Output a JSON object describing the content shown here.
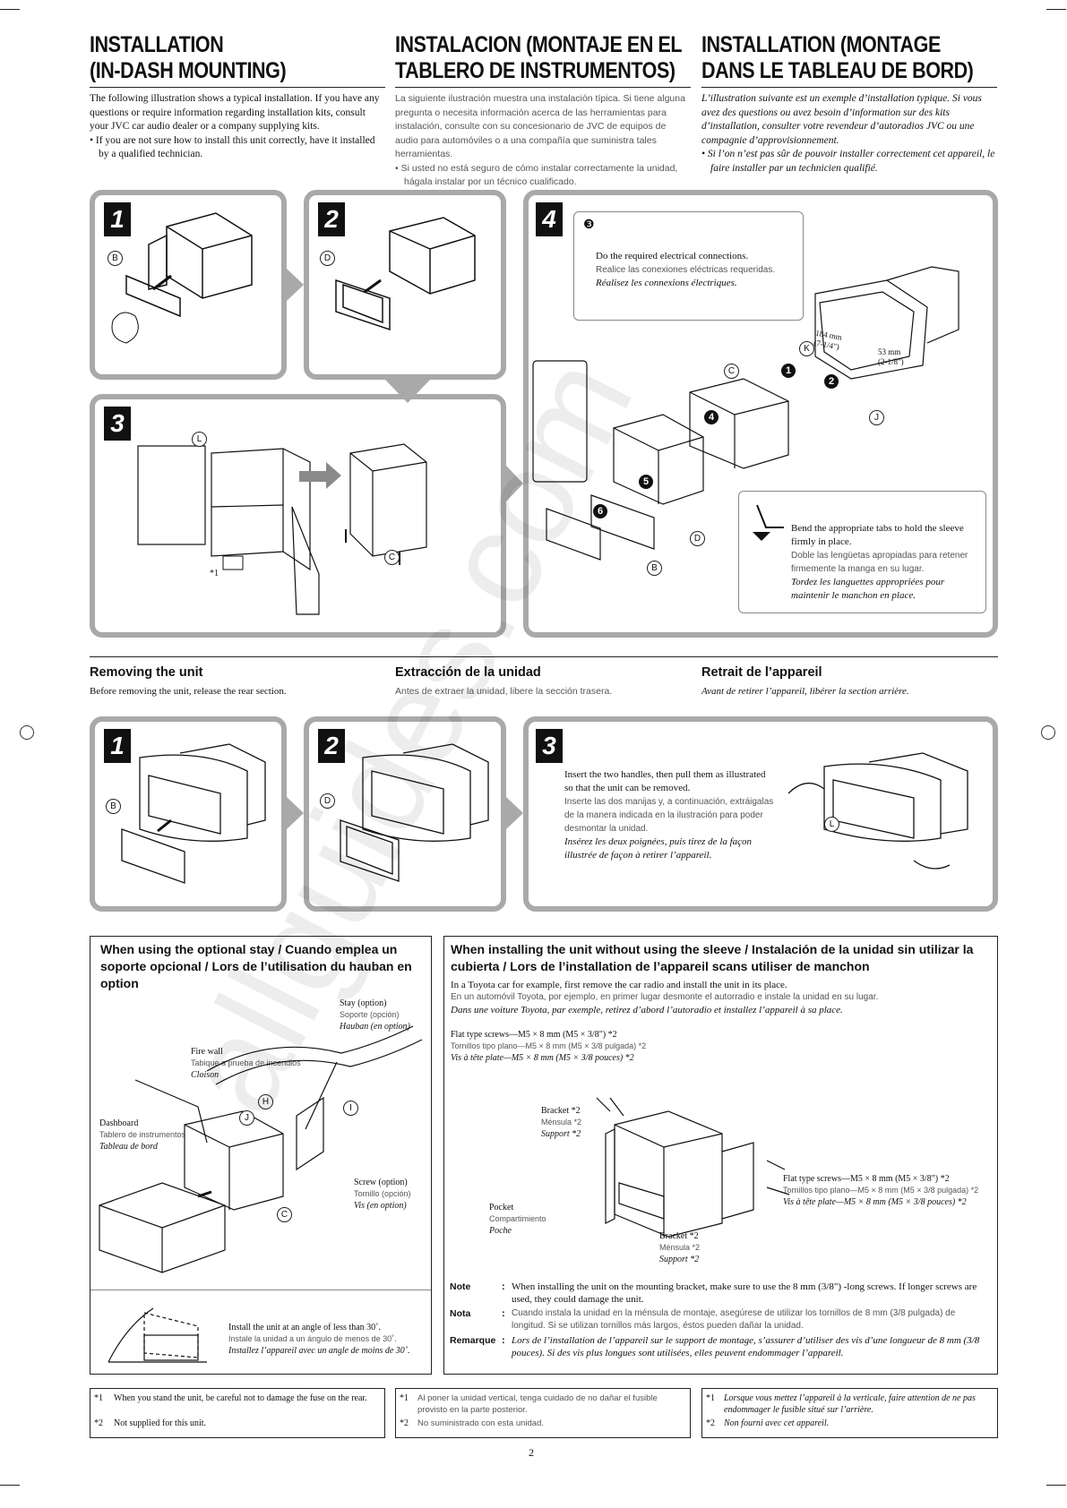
{
  "header": {
    "en_line1": "INSTALLATION",
    "en_line2": "(IN-DASH MOUNTING)",
    "es_line1": "INSTALACION (MONTAJE EN EL",
    "es_line2": "TABLERO DE INSTRUMENTOS)",
    "fr_line1": "INSTALLATION (MONTAGE",
    "fr_line2": "DANS LE TABLEAU DE BORD)"
  },
  "intro": {
    "en_p": "The following illustration shows a typical installation. If you have any questions or require information regarding installation kits, consult your JVC car audio dealer or a company supplying kits.",
    "en_b": "•  If you are not sure how to install this unit correctly, have it installed by a qualified technician.",
    "es_p": "La siguiente ilustración muestra una instalación típica. Si tiene alguna pregunta o necesita información acerca de las herramientas para instalación, consulte con su concesionario de JVC de equipos de audio para automóviles o a una compañía que suministra tales herramientas.",
    "es_b": "•  Si usted no está seguro de cómo instalar correctamente la unidad, hágala instalar por un técnico cualificado.",
    "fr_p": "L’illustration suivante est un exemple d’installation typique. Si vous avez des questions ou avez besoin d’information sur des kits d’installation, consulter votre revendeur d’autoradios JVC ou une compagnie d’approvisionnement.",
    "fr_b": "•  Si l’on n’est pas sûr de pouvoir installer correctement cet appareil, le faire installer par un technicien qualifié."
  },
  "install": {
    "steps": [
      "1",
      "2",
      "3",
      "4"
    ],
    "labels": {
      "B": "B",
      "D": "D",
      "L": "L",
      "C": "C",
      "K": "K",
      "J": "J",
      "star1": "*1"
    },
    "nums": [
      "❸",
      "1",
      "2",
      "4",
      "5",
      "6"
    ],
    "dim1": "184 mm (7-1/4\")",
    "dim2": "53 mm (2-1/8\")",
    "callout1": {
      "en": "Do the required electrical connections.",
      "es": "Realice las conexiones eléctricas requeridas.",
      "fr": "Réalisez les connexions électriques."
    },
    "callout2": {
      "en": "Bend the appropriate tabs to hold the sleeve firmly in place.",
      "es": "Doble las lengüetas apropiadas para retener firmemente la manga en su lugar.",
      "fr": "Tordez les languettes appropriées pour maintenir le manchon en place."
    }
  },
  "removing": {
    "en_title": "Removing the unit",
    "en_sub": "Before removing the unit, release the rear section.",
    "es_title": "Extracción de la unidad",
    "es_sub": "Antes de extraer la unidad, libere la sección trasera.",
    "fr_title": "Retrait de l’appareil",
    "fr_sub": "Avant de retirer l’appareil, libérer la section arrière.",
    "steps": [
      "1",
      "2",
      "3"
    ],
    "text_en": "Insert the two handles, then pull them as illustrated so that the unit can be removed.",
    "text_es": "Inserte las dos manijas y, a continuación, extráigalas de la manera indicada en la ilustración para poder desmontar la unidad.",
    "text_fr": "Insérez les deux poignées, puis tirez de la façon illustrée de façon à retirer l’appareil."
  },
  "stay": {
    "title": "When using the optional stay / Cuando emplea un soporte opcional / Lors de l’utilisation du hauban en option",
    "stay_en": "Stay (option)",
    "stay_es": "Soporte (opción)",
    "stay_fr": "Hauban (en option)",
    "fire_en": "Fire wall",
    "fire_es": "Tabique a prueba de incendios",
    "fire_fr": "Cloison",
    "dash_en": "Dashboard",
    "dash_es": "Tablero de instrumentos",
    "dash_fr": "Tableau de bord",
    "screw_en": "Screw (option)",
    "screw_es": "Tornillo (opción)",
    "screw_fr": "Vis (en option)",
    "labels": {
      "H": "H",
      "I": "I",
      "J": "J",
      "C": "C"
    },
    "angle_en": "Install the unit at an angle of less than 30˚.",
    "angle_es": "Instale la unidad a un ángulo de menos de 30˚.",
    "angle_fr": "Installez l’appareil avec un angle de moins de 30˚."
  },
  "nosleeve": {
    "title": "When installing the unit without using the sleeve / Instalación de la unidad sin utilizar la cubierta / Lors de l’installation de l’appareil scans utiliser de manchon",
    "p_en": "In a Toyota car for example, first remove the car radio and install the unit in its place.",
    "p_es": "En un automóvil Toyota, por ejemplo, en primer lugar desmonte el autorradio e instale la unidad en su lugar.",
    "p_fr": "Dans une voiture Toyota, par exemple, retirez d’abord l’autoradio et installez l’appareil à sa place.",
    "flat_en": "Flat type screws—M5 × 8 mm (M5 × 3/8\") *2",
    "flat_es": "Tornillos tipo plano—M5 × 8 mm (M5 × 3/8 pulgada) *2",
    "flat_fr": "Vis à tête plate—M5 × 8 mm (M5 × 3/8 pouces) *2",
    "bracket_en": "Bracket *2",
    "bracket_es": "Ménsula *2",
    "bracket_fr": "Support *2",
    "pocket_en": "Pocket",
    "pocket_es": "Compartimiento",
    "pocket_fr": "Poche",
    "note_label_en": "Note",
    "note_en": "When installing the unit on the mounting bracket, make sure to use the 8 mm (3/8\") -long screws. If longer screws are used, they could damage the unit.",
    "note_label_es": "Nota",
    "note_es": "Cuando instala la unidad en la ménsula de montaje, asegúrese de utilizar los tornillos de 8 mm (3/8 pulgada) de longitud. Si se utilizan tornillos más largos, éstos pueden dañar la unidad.",
    "note_label_fr": "Remarque",
    "note_fr": "Lors de l’installation de l’appareil sur le support de montage, s’assurer d’utiliser des vis d’une longueur de 8 mm (3/8 pouces). Si des vis plus longues sont utilisées, elles peuvent endommager l’appareil.",
    "colon": ":"
  },
  "footnotes": {
    "en1_mark": "*1",
    "en1": "When you stand the unit, be careful not to damage the fuse on the rear.",
    "en2_mark": "*2",
    "en2": "Not supplied for this unit.",
    "es1_mark": "*1",
    "es1": "Al poner la unidad vertical, tenga cuidado de no dañar el fusible provisto en la parte posterior.",
    "es2_mark": "*2",
    "es2": "No suministrado con esta unidad.",
    "fr1_mark": "*1",
    "fr1": "Lorsque vous mettez l’appareil à la verticale, faire attention de ne pas endommager le fusible situé sur l’arrière.",
    "fr2_mark": "*2",
    "fr2": "Non fourni avec cet appareil."
  },
  "page_number": "2",
  "watermark": "allguides.com"
}
